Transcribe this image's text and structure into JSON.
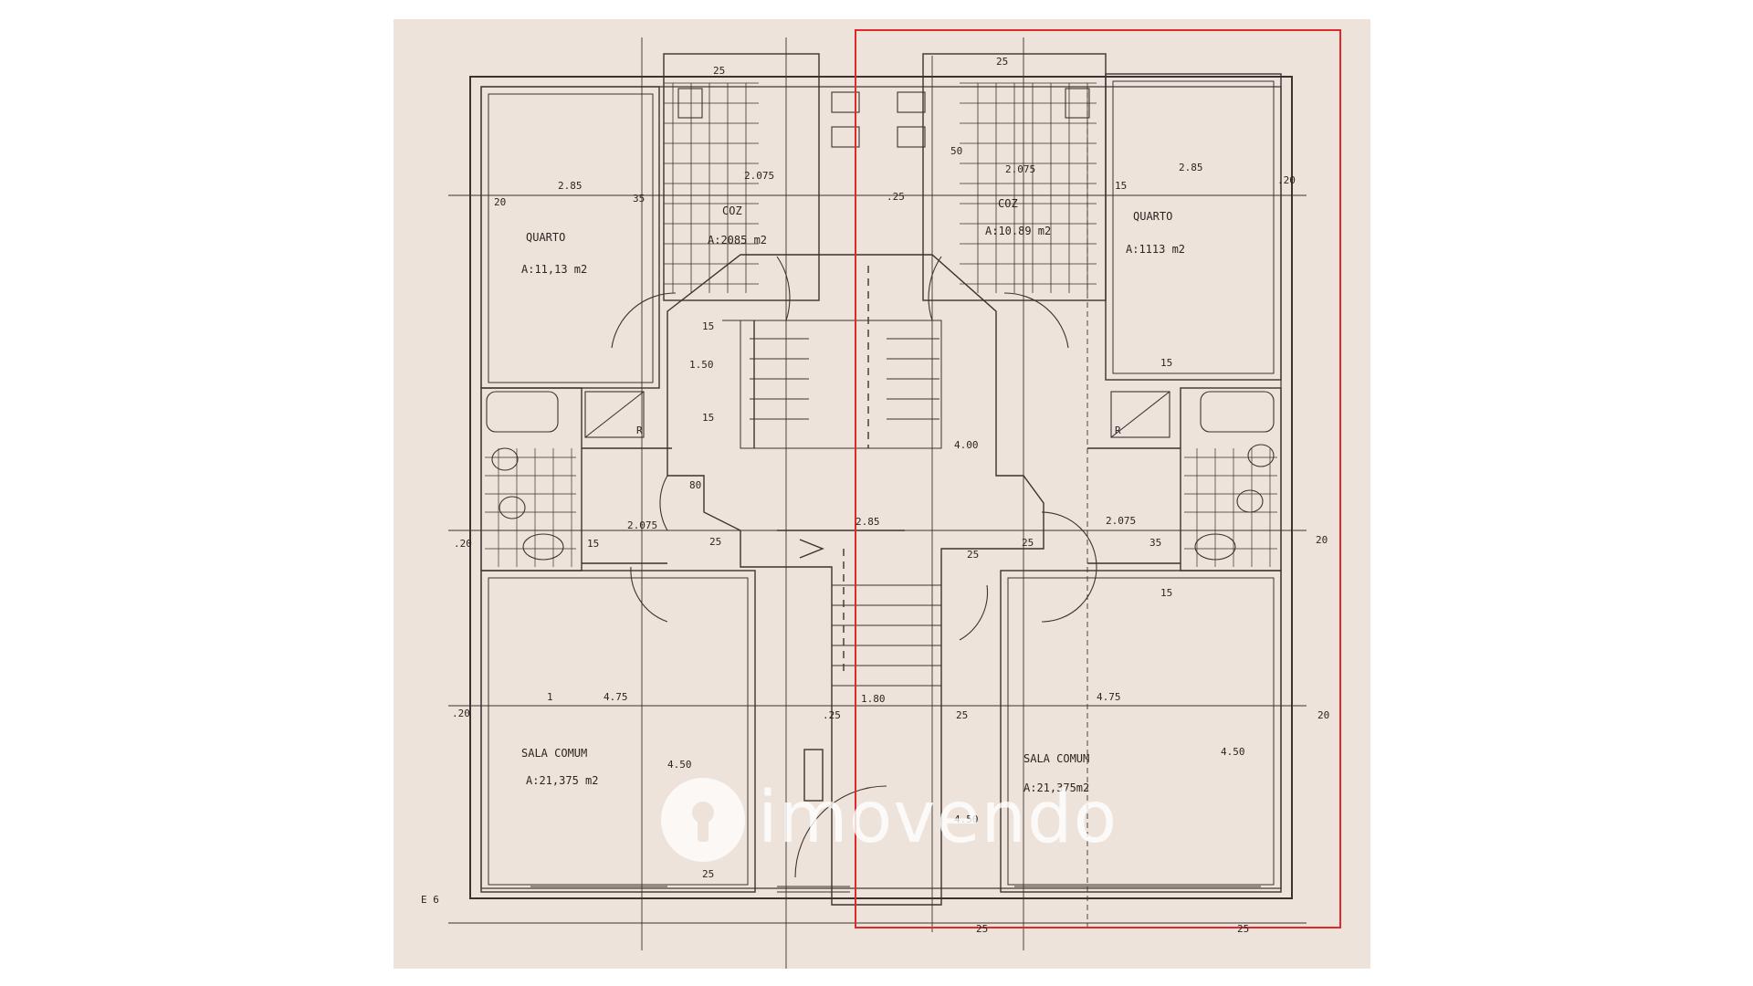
{
  "plan": {
    "left_unit": {
      "quarto": {
        "name": "QUARTO",
        "area": "A:11,13 m2"
      },
      "cozinha": {
        "name": "COZ",
        "area": "A:2085 m2"
      },
      "sala": {
        "name": "SALA COMUM",
        "area": "A:21,375 m2"
      }
    },
    "right_unit": {
      "quarto": {
        "name": "QUARTO",
        "area": "A:1113 m2"
      },
      "cozinha": {
        "name": "COZ",
        "area": "A:10.89 m2"
      },
      "sala": {
        "name": "SALA COMUM",
        "area": "A:21,375m2"
      }
    },
    "dimensions": {
      "top_2_85_left": "2.85",
      "top_2_85_right": "2.85",
      "top_2_075_left": "2.075",
      "top_2_075_right": "2.075",
      "top_35_left": "35",
      "top_20_left": "20",
      "top_15_right": "15",
      "top_20_right": ".20",
      "top_25_mid": ".25",
      "col_25_top_left": "25",
      "col_25_top_right": "25",
      "mid_2_075_left": "2.075",
      "mid_2_075_right": "2.075",
      "mid_2_85": "2.85",
      "mid_20_left": ".20",
      "mid_20_right": "20",
      "mid_15_left": "15",
      "mid_35_right": "35",
      "mid_25_a": "25",
      "mid_25_b": "25",
      "mid_25_c": "25",
      "v_150": "1.50",
      "v_15_a": "15",
      "v_15_b": "15",
      "v_15_c": "15",
      "v_15_d": "15",
      "v_400": "4.00",
      "v_80": "80",
      "v_50": "50",
      "sala_4_75_left": "4.75",
      "sala_4_75_right": "4.75",
      "sala_1_80": "1.80",
      "sala_20_left": ".20",
      "sala_20_right": "20",
      "sala_25_a": ".25",
      "sala_25_b": "25",
      "v_4_50_left": "4.50",
      "v_4_50_right": "4.50",
      "v_4_50_mid": "4.50",
      "bottom_25_a": "25",
      "bottom_25_b": "25",
      "bottom_25_c": "25",
      "bath_r_left": "R",
      "bath_r_right": "R",
      "edge_label": "E 6",
      "tick_1": "1"
    }
  },
  "watermark": {
    "brand": "imovendo"
  },
  "colors": {
    "paper": "#eee3da",
    "ink": "#2a2523",
    "highlight": "#e0282d"
  }
}
